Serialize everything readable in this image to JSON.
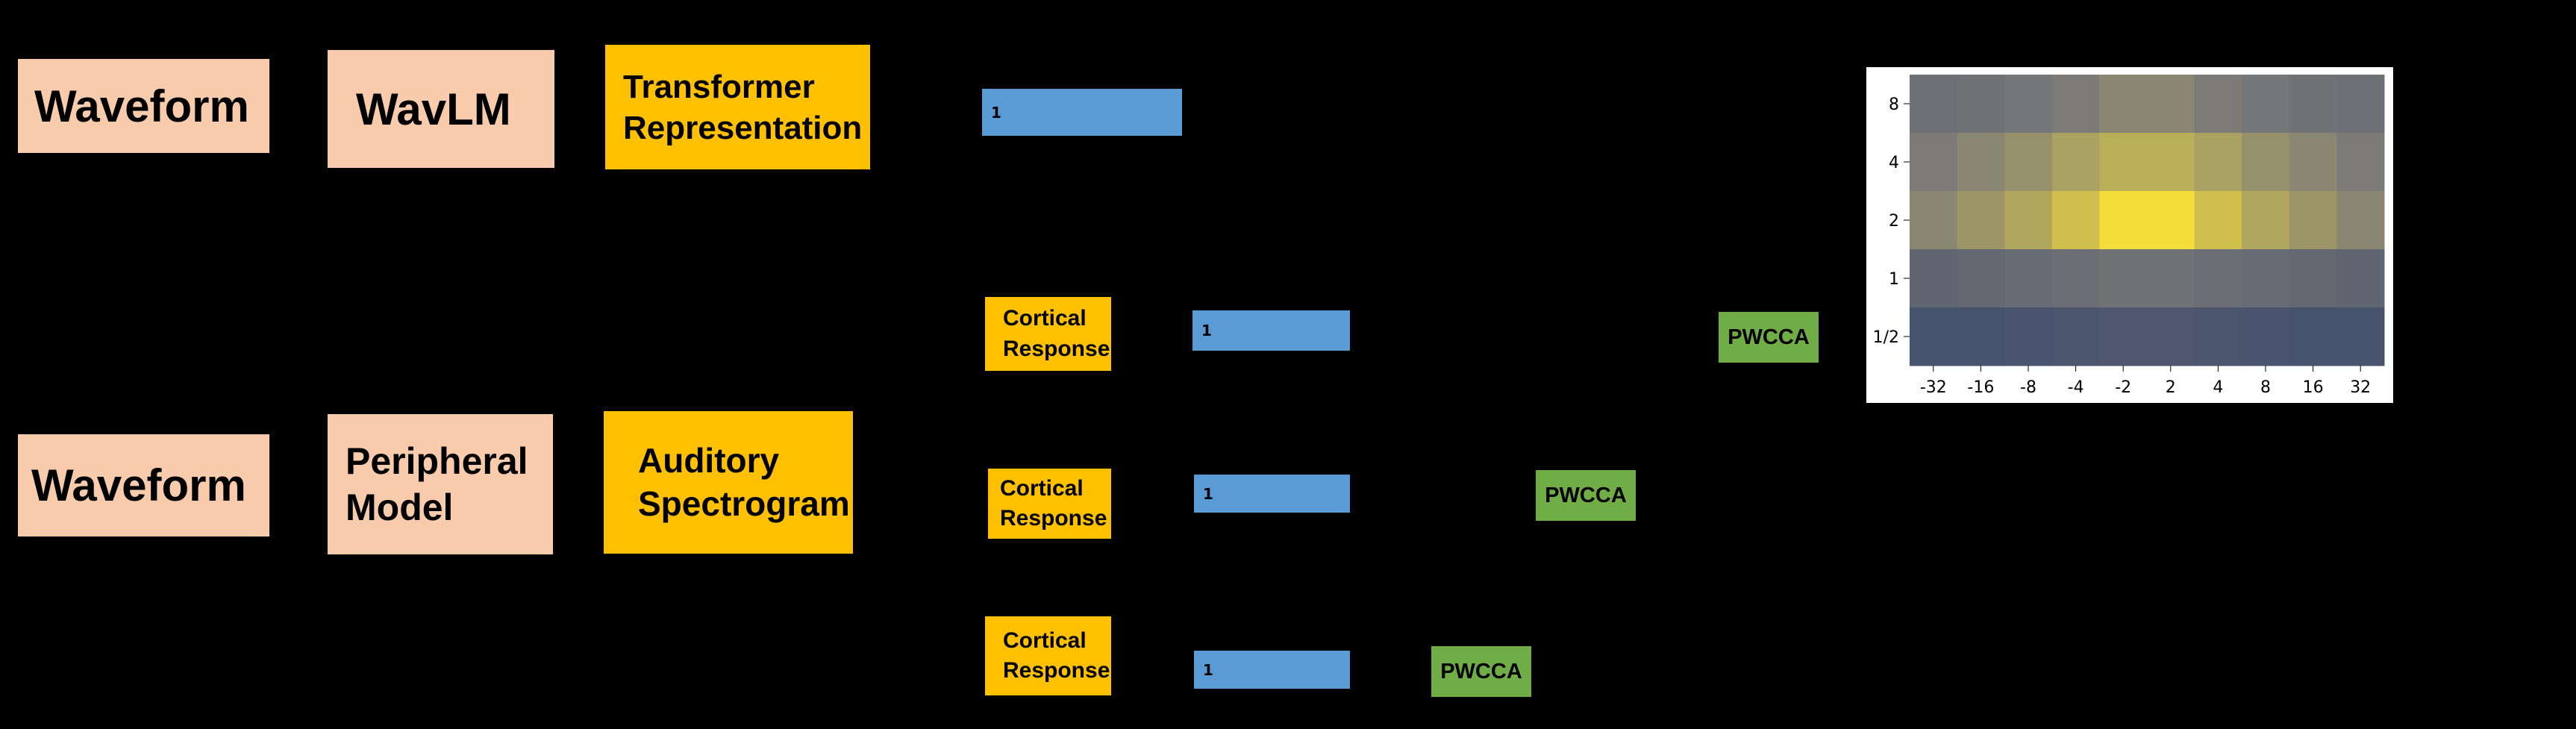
{
  "top_row": {
    "waveform": "Waveform",
    "model": "WavLM",
    "representation": [
      "Transformer",
      "Representation"
    ],
    "bar": "1"
  },
  "bottom_row": {
    "waveform": "Waveform",
    "model": [
      "Peripheral",
      "Model"
    ],
    "spectrogram": [
      "Auditory",
      "Spectrogram"
    ]
  },
  "cortical_branches": [
    {
      "label": [
        "Cortical",
        "Response"
      ],
      "bar": "1",
      "pwcca": "PWCCA"
    },
    {
      "label": [
        "Cortical",
        "Response"
      ],
      "bar": "1",
      "pwcca": "PWCCA"
    },
    {
      "label": [
        "Cortical",
        "Response"
      ],
      "bar": "1",
      "pwcca": "PWCCA"
    }
  ],
  "colors": {
    "peach": "#f8cbad",
    "gold": "#ffc000",
    "blue": "#5b9bd5",
    "green": "#70ad47",
    "background": "#000000"
  },
  "chart_data": {
    "type": "heatmap",
    "x_ticks": [
      "-32",
      "-16",
      "-8",
      "-4",
      "-2",
      "2",
      "4",
      "8",
      "16",
      "32"
    ],
    "y_ticks": [
      "8",
      "4",
      "2",
      "1",
      "1/2"
    ],
    "values": [
      [
        0.4,
        0.42,
        0.45,
        0.5,
        0.55,
        0.55,
        0.5,
        0.45,
        0.42,
        0.4
      ],
      [
        0.5,
        0.55,
        0.6,
        0.68,
        0.74,
        0.74,
        0.68,
        0.6,
        0.55,
        0.5
      ],
      [
        0.55,
        0.62,
        0.7,
        0.82,
        0.96,
        0.96,
        0.82,
        0.7,
        0.62,
        0.55
      ],
      [
        0.3,
        0.32,
        0.35,
        0.38,
        0.42,
        0.42,
        0.38,
        0.35,
        0.32,
        0.3
      ],
      [
        0.12,
        0.12,
        0.14,
        0.15,
        0.17,
        0.17,
        0.15,
        0.14,
        0.12,
        0.12
      ]
    ],
    "colormap": "cividis-like",
    "xlabel": "",
    "ylabel": "",
    "title": ""
  }
}
